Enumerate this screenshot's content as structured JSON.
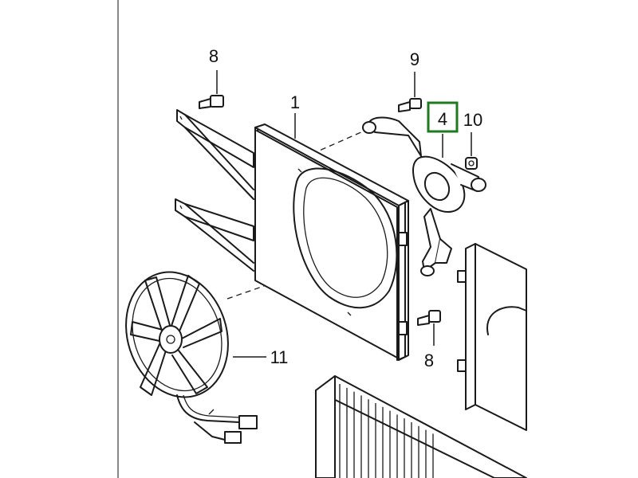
{
  "diagram": {
    "callouts": [
      {
        "id": "part-1",
        "label": "1"
      },
      {
        "id": "part-4",
        "label": "4",
        "highlight": true
      },
      {
        "id": "part-8a",
        "label": "8"
      },
      {
        "id": "part-8b",
        "label": "8"
      },
      {
        "id": "part-9",
        "label": "9"
      },
      {
        "id": "part-10",
        "label": "10"
      },
      {
        "id": "part-11",
        "label": "11"
      }
    ],
    "highlight_color": "#1f7a1f"
  }
}
